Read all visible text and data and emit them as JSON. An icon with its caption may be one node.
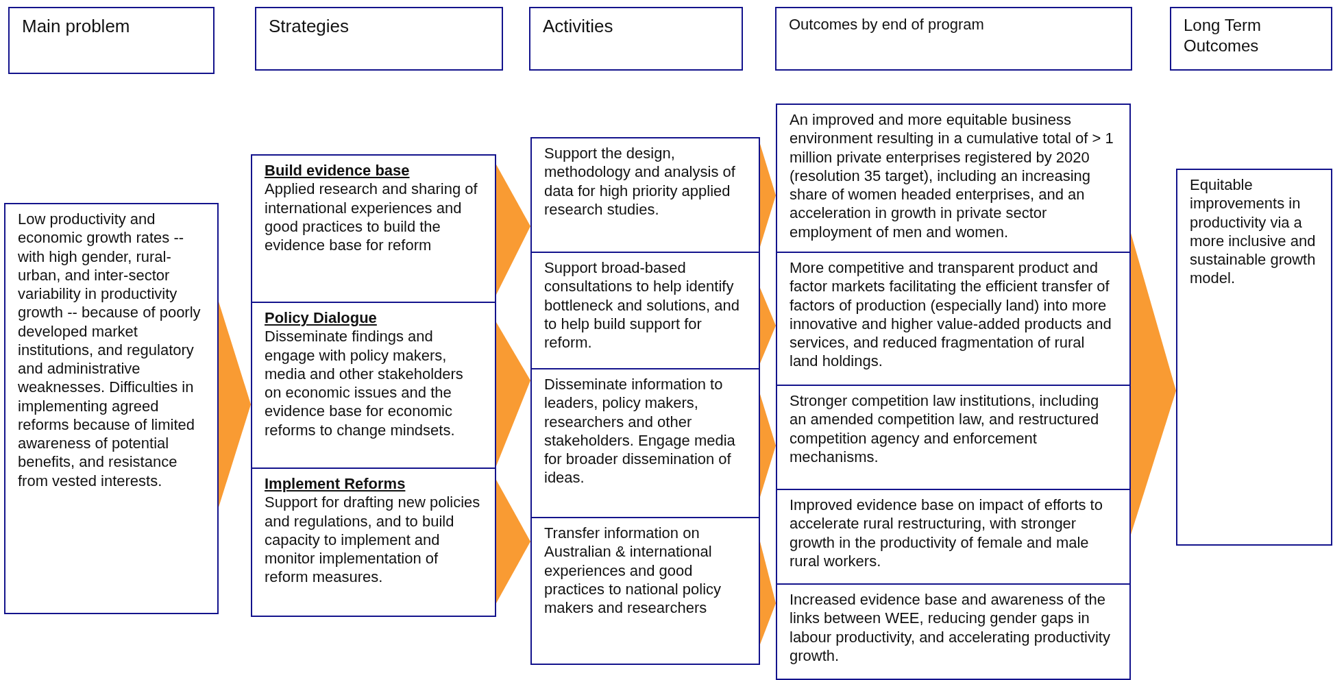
{
  "diagram": {
    "nodes": [
      {
        "text": [
          "Main problem"
        ]
      },
      {
        "text": [
          "Strategies"
        ]
      },
      {
        "text": [
          "Activities"
        ]
      },
      {
        "text": [
          "Outcomes by end of program"
        ]
      },
      {
        "text": [
          "Long Term Outcomes"
        ]
      },
      {
        "text": [
          "Low productivity and economic growth rates -- with high gender, rural-urban, and inter-sector variability in productivity growth -- because of poorly developed market institutions, and regulatory and administrative weaknesses. Difficulties in implementing agreed reforms because of limited awareness of potential benefits, and resistance from vested interests."
        ]
      },
      {
        "text": [
          "Build evidence base",
          "Applied research and sharing of international experiences and good practices to build the evidence base for reform"
        ]
      },
      {
        "text": [
          "Policy Dialogue",
          "Disseminate findings and engage with policy makers, media and other stakeholders on economic issues and the evidence base for economic reforms to change mindsets."
        ]
      },
      {
        "text": [
          "Implement Reforms",
          "Support for drafting new policies and regulations, and to build capacity to implement and monitor implementation of reform measures."
        ]
      },
      {
        "text": [
          "Support the design, methodology and analysis of data for high priority applied research studies."
        ]
      },
      {
        "text": [
          "Support broad-based consultations to help identify bottleneck and solutions, and to help build support for reform."
        ]
      },
      {
        "text": [
          "Disseminate information to leaders, policy makers, researchers and other stakeholders. Engage media for broader dissemination of ideas."
        ]
      },
      {
        "text": [
          "Transfer information on Australian & international experiences and good practices to national policy makers and researchers"
        ]
      },
      {
        "text": [
          "An improved and more equitable business environment resulting in a cumulative total of > 1 million private enterprises registered by 2020 (resolution 35 target), including an increasing share of women headed enterprises, and an acceleration in growth in private sector employment of men and women."
        ]
      },
      {
        "text": [
          "More competitive and transparent product and factor markets facilitating the efficient transfer of factors of production (especially land) into more innovative and higher value-added products and services, and reduced fragmentation of rural land holdings."
        ]
      },
      {
        "text": [
          "Stronger competition law institutions, including an amended competition law, and restructured competition agency and enforcement mechanisms."
        ]
      },
      {
        "text": [
          "Improved evidence base on impact of efforts to accelerate rural restructuring, with stronger growth in the productivity of female and male rural workers."
        ]
      },
      {
        "text": [
          "Increased evidence base and awareness of the links between WEE, reducing gender gaps in labour productivity, and accelerating productivity growth."
        ]
      },
      {
        "text": [
          "Equitable improvements in productivity via a more inclusive and sustainable growth model."
        ]
      }
    ],
    "edges": [
      {
        "from": 5,
        "to": 7,
        "arrow": "to"
      },
      {
        "from": 6,
        "to": 9,
        "arrow": "to"
      },
      {
        "from": 7,
        "to": 10,
        "arrow": "to"
      },
      {
        "from": 8,
        "to": 12,
        "arrow": "to"
      },
      {
        "from": 9,
        "to": 13,
        "arrow": "to"
      },
      {
        "from": 10,
        "to": 14,
        "arrow": "to"
      },
      {
        "from": 11,
        "to": 15,
        "arrow": "to"
      },
      {
        "from": 12,
        "to": 17,
        "arrow": "to"
      },
      {
        "from": 15,
        "to": 18,
        "arrow": "to"
      }
    ]
  }
}
